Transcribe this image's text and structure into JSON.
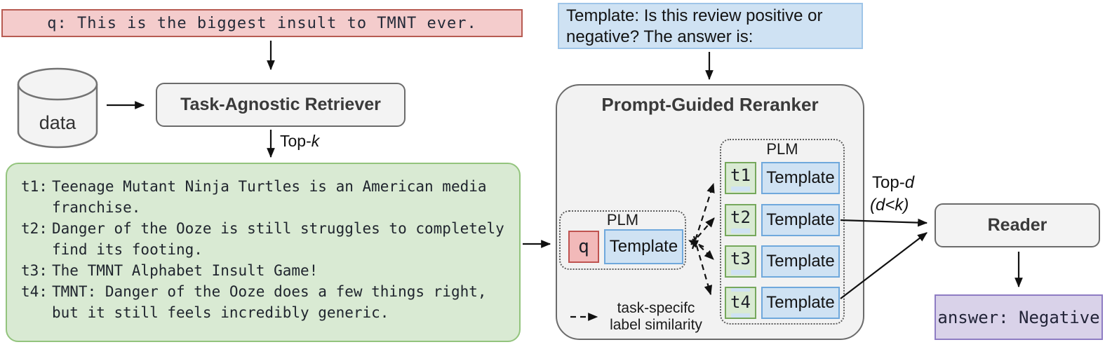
{
  "colors": {
    "query_fill": "#f4cccc",
    "query_border": "#b75b52",
    "passages_fill": "#d9ead3",
    "passages_border": "#93c47d",
    "template_fill": "#cfe2f3",
    "template_border": "#6fa8dc",
    "module_fill": "#f3f3f3",
    "module_border": "#6b6b6b",
    "answer_fill": "#d9d2e9",
    "answer_border": "#8e7cc3"
  },
  "query": {
    "text": "q: This is the biggest insult to TMNT ever."
  },
  "data_store": {
    "label": "data"
  },
  "retriever": {
    "title": "Task-Agnostic Retriever"
  },
  "top_k": {
    "prefix": "Top-",
    "var": "k"
  },
  "passages": {
    "items": [
      {
        "id": "t1:",
        "text": "Teenage Mutant Ninja Turtles is an American media franchise."
      },
      {
        "id": "t2:",
        "text": "Danger of the Ooze is still struggles to completely find its footing."
      },
      {
        "id": "t3:",
        "text": "The TMNT Alphabet Insult Game!"
      },
      {
        "id": "t4:",
        "text": "TMNT: Danger of the Ooze does a few things right, but it still feels incredibly generic."
      }
    ]
  },
  "template_prompt": {
    "text": "Template: Is this review positive or negative? The answer is:"
  },
  "reranker": {
    "title": "Prompt-Guided Reranker",
    "plm_query": {
      "label": "PLM",
      "q": "q",
      "template": "Template"
    },
    "plm_candidates": {
      "label": "PLM",
      "rows": [
        {
          "id": "t1",
          "template": "Template"
        },
        {
          "id": "t2",
          "template": "Template"
        },
        {
          "id": "t3",
          "template": "Template"
        },
        {
          "id": "t4",
          "template": "Template"
        }
      ]
    },
    "legend": {
      "line1": "task-specifc",
      "line2": "label similarity"
    }
  },
  "top_d": {
    "prefix": "Top-",
    "var": "d",
    "constraint": "(d<k)"
  },
  "reader": {
    "title": "Reader"
  },
  "answer": {
    "text": "answer: Negative"
  }
}
